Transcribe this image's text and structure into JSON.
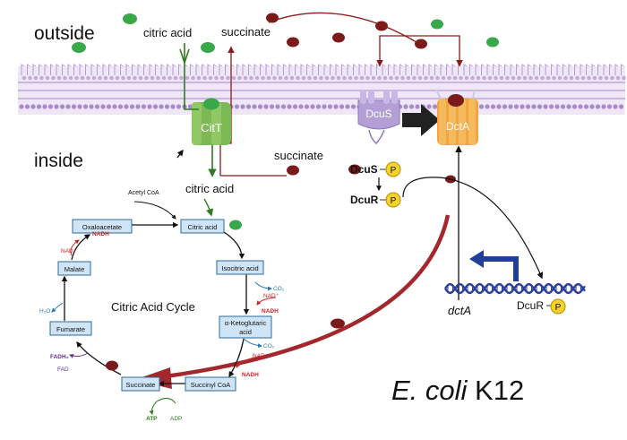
{
  "regions": {
    "outside": "outside",
    "inside": "inside"
  },
  "labels": {
    "citric_acid_outside": "citric acid",
    "succinate_outside": "succinate",
    "succinate_inside": "succinate",
    "citric_acid_inside": "citric acid",
    "cycle_title": "Citric Acid Cycle",
    "organism_species": "E. coli",
    "organism_strain": " K12"
  },
  "proteins": {
    "citt": "CitT",
    "dcus": "DcuS",
    "dcta": "DctA",
    "dcus_p": "DcuS",
    "dcur_p": "DcuR",
    "dcur_dna": "DcuR",
    "phosphate": "P"
  },
  "gene": "dctA",
  "cycle": {
    "acetyl_coa": "Acetyl CoA",
    "nodes": {
      "oxaloacetate": "Oxaloacetate",
      "citric_acid": "Citric acid",
      "isocitric_acid": "Isocitric acid",
      "ketoglutaric_line1": "α-Ketoglutaric",
      "ketoglutaric_line2": "acid",
      "succinyl_coa": "Succinyl CoA",
      "succinate": "Succinate",
      "fumarate": "Fumarate",
      "malate": "Malate"
    },
    "cofactors": {
      "nadh_1": "NADH",
      "nad_1": "NAD⁺",
      "co2_1": "CO₂",
      "nad_2": "NAD⁺",
      "nadh_2": "NADH",
      "co2_2": "CO₂",
      "nad_3": "NAD⁺",
      "nadh_3": "NADH",
      "atp": "ATP",
      "adp": "ADP",
      "fadh2": "FADH₂",
      "fad": "FAD",
      "h2o": "H₂O"
    }
  },
  "colors": {
    "membrane": "#b69ad2",
    "citt": "#7cb854",
    "dcus": "#b39fd6",
    "dcta": "#f2a53a",
    "phosphate": "#f6d32a",
    "citrate_molecule": "#38a84a",
    "succinate_molecule": "#7a1a1a",
    "dna": "#2b3e9a",
    "promoter_arrow": "#1f3f9a",
    "big_arrow": "#a3282d"
  }
}
